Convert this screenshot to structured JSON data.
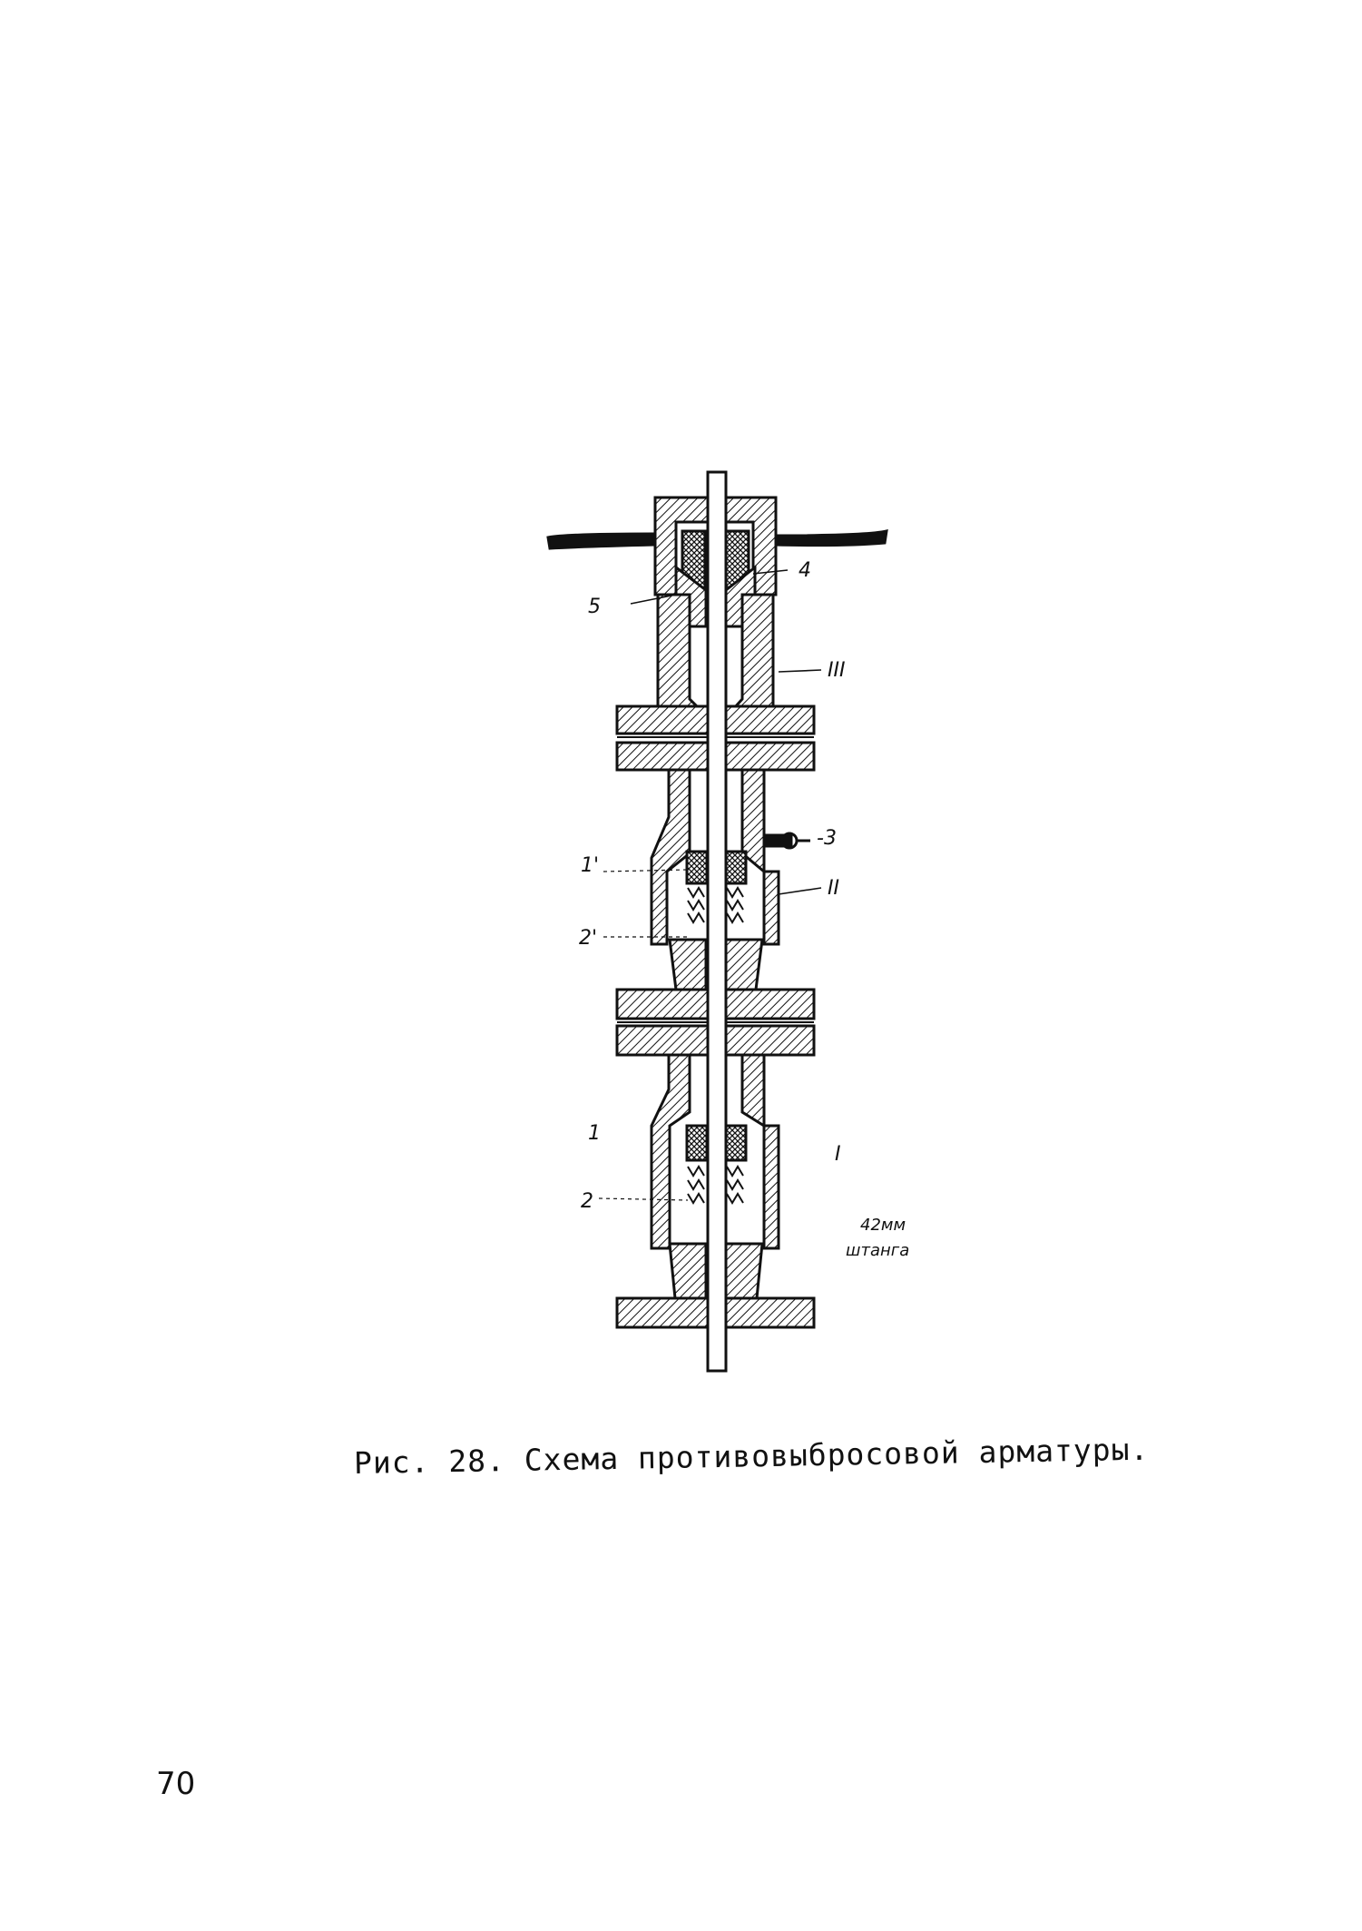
{
  "figure": {
    "caption": "Рис. 28. Схема противовыбросовой арматуры.",
    "labels": {
      "part_4": "4",
      "part_5": "5",
      "section_III": "III",
      "part_3": "-3",
      "part_1_prime": "1'",
      "section_II": "II",
      "part_2_prime": "2'",
      "part_1": "1",
      "section_I": "I",
      "part_2": "2",
      "rod_size": "42мм",
      "rod_name": "штанга"
    }
  },
  "page": {
    "number": "70"
  }
}
